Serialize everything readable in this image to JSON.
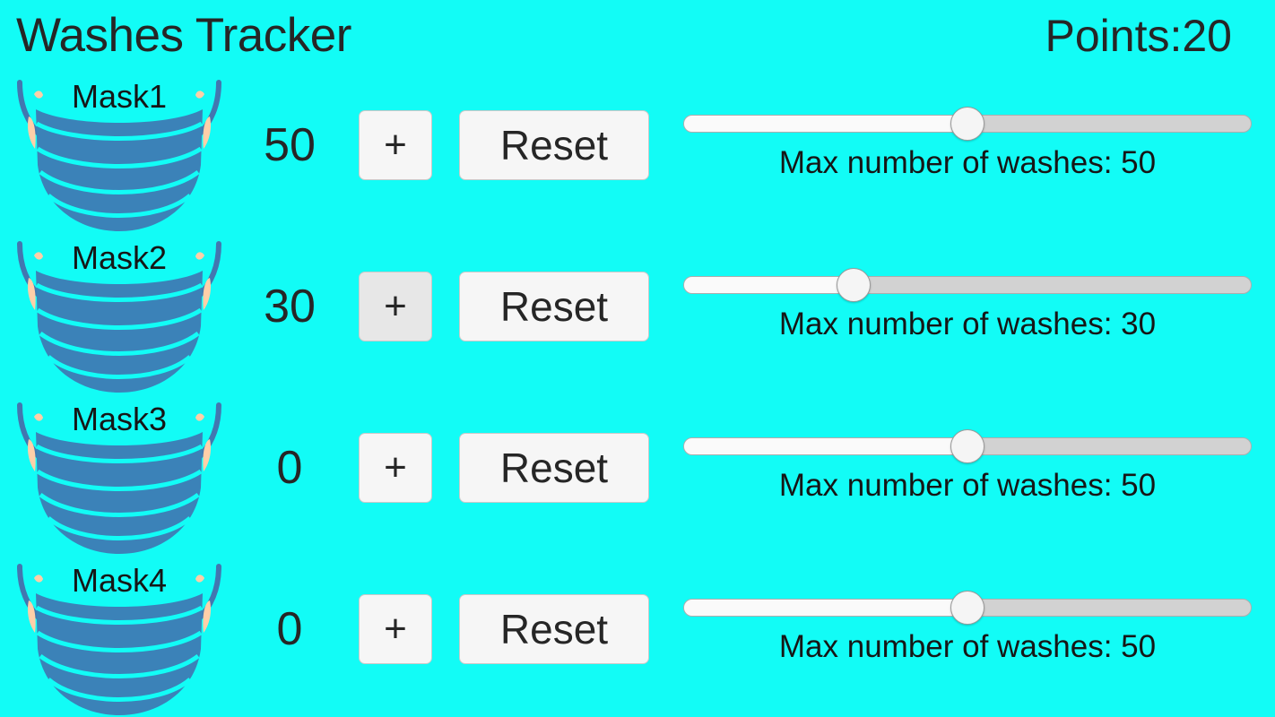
{
  "app": {
    "title": "Washes Tracker",
    "background_color": "#12fcf6",
    "text_color": "#262626"
  },
  "header": {
    "title": "Washes Tracker",
    "points_label": "Points:20",
    "points_prefix": "Points:",
    "points_value": 20
  },
  "controls": {
    "plus_label": "+",
    "reset_label": "Reset",
    "slider_caption_prefix": "Max number of washes: "
  },
  "slider": {
    "min": 0,
    "max": 100,
    "track_color": "#d2d2d2",
    "fill_color": "#fafafa",
    "thumb_color": "#f5f5f5"
  },
  "mask_icon": {
    "name": "face-mask-icon",
    "body_color": "#3b82b8",
    "loop_color": "#4277b0",
    "ear_color": "#ffcfa8",
    "pleat_line_color": "#12fcf6"
  },
  "rows": [
    {
      "mask_label": "Mask1",
      "count": "50",
      "plus_label": "+",
      "reset_label": "Reset",
      "slider_value": 50,
      "slider_percent": 50,
      "slider_caption": "Max number of washes: 50",
      "plus_active": false
    },
    {
      "mask_label": "Mask2",
      "count": "30",
      "plus_label": "+",
      "reset_label": "Reset",
      "slider_value": 30,
      "slider_percent": 30,
      "slider_caption": "Max number of washes: 30",
      "plus_active": true
    },
    {
      "mask_label": "Mask3",
      "count": "0",
      "plus_label": "+",
      "reset_label": "Reset",
      "slider_value": 50,
      "slider_percent": 50,
      "slider_caption": "Max number of washes: 50",
      "plus_active": false
    },
    {
      "mask_label": "Mask4",
      "count": "0",
      "plus_label": "+",
      "reset_label": "Reset",
      "slider_value": 50,
      "slider_percent": 50,
      "slider_caption": "Max number of washes: 50",
      "plus_active": false
    }
  ]
}
